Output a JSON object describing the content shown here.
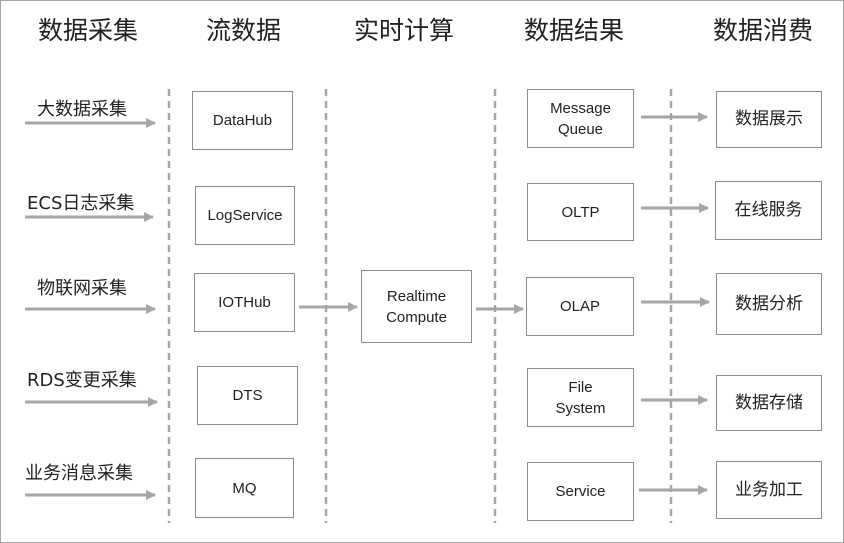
{
  "headers": {
    "collect": "数据采集",
    "stream": "流数据",
    "compute": "实时计算",
    "result": "数据结果",
    "consume": "数据消费"
  },
  "sources": {
    "bigdata": "大数据采集",
    "ecs": "ECS日志采集",
    "iot": "物联网采集",
    "rds": "RDS变更采集",
    "msg": "业务消息采集"
  },
  "streams": {
    "datahub": "DataHub",
    "logservice": "LogService",
    "iothub": "IOTHub",
    "dts": "DTS",
    "mq": "MQ"
  },
  "compute": {
    "line1": "Realtime",
    "line2": "Compute"
  },
  "results": {
    "mq_line1": "Message",
    "mq_line2": "Queue",
    "oltp": "OLTP",
    "olap": "OLAP",
    "fs_line1": "File",
    "fs_line2": "System",
    "service": "Service"
  },
  "consumers": {
    "display": "数据展示",
    "online": "在线服务",
    "analysis": "数据分析",
    "storage": "数据存储",
    "processing": "业务加工"
  },
  "colors": {
    "arrow": "#a6a6a6",
    "dashed": "#a6a6a6",
    "box_border": "#8c8c8c"
  }
}
